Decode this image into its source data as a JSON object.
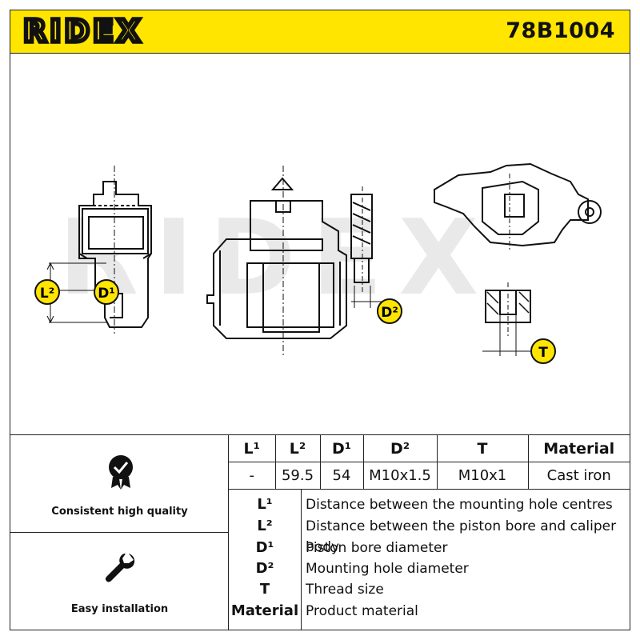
{
  "header": {
    "brand": "RIDEX",
    "part_number": "78B1004",
    "brand_color": "#ffe500"
  },
  "drawing": {
    "watermark": "RIDEX",
    "labels": {
      "L2": "L²",
      "D1": "D¹",
      "D2": "D²",
      "T": "T"
    }
  },
  "features": [
    {
      "icon": "quality-badge-icon",
      "label": "Consistent high quality"
    },
    {
      "icon": "wrench-icon",
      "label": "Easy installation"
    }
  ],
  "specs": {
    "headers": [
      "L¹",
      "L²",
      "D¹",
      "D²",
      "T",
      "Material"
    ],
    "values": [
      "-",
      "59.5",
      "54",
      "M10x1.5",
      "M10x1",
      "Cast iron"
    ]
  },
  "legend": [
    {
      "key": "L¹",
      "text": "Distance between the mounting hole centres"
    },
    {
      "key": "L²",
      "text": "Distance between the piston bore and caliper body"
    },
    {
      "key": "D¹",
      "text": "Piston bore diameter"
    },
    {
      "key": "D²",
      "text": "Mounting hole diameter"
    },
    {
      "key": "T",
      "text": "Thread size"
    },
    {
      "key": "Material",
      "text": "Product material"
    }
  ]
}
